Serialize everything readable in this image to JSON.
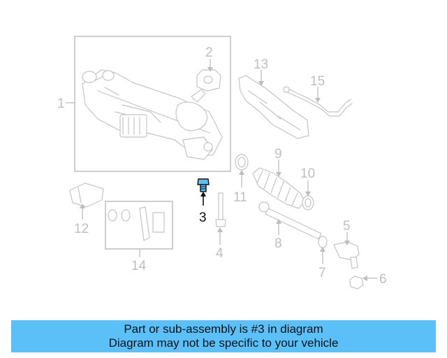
{
  "diagram": {
    "callouts": {
      "c1": "1",
      "c2": "2",
      "c3": "3",
      "c4": "4",
      "c5": "5",
      "c6": "6",
      "c7": "7",
      "c8": "8",
      "c9": "9",
      "c10": "10",
      "c11": "11",
      "c12": "12",
      "c13": "13",
      "c14": "14",
      "c15": "15"
    },
    "highlighted_part": "3",
    "highlight_color": "#5bc0f7"
  },
  "banner": {
    "line1": "Part or sub-assembly is #3 in diagram",
    "line2": "Diagram may not be specific to your vehicle",
    "background": "#5bc0f7"
  }
}
